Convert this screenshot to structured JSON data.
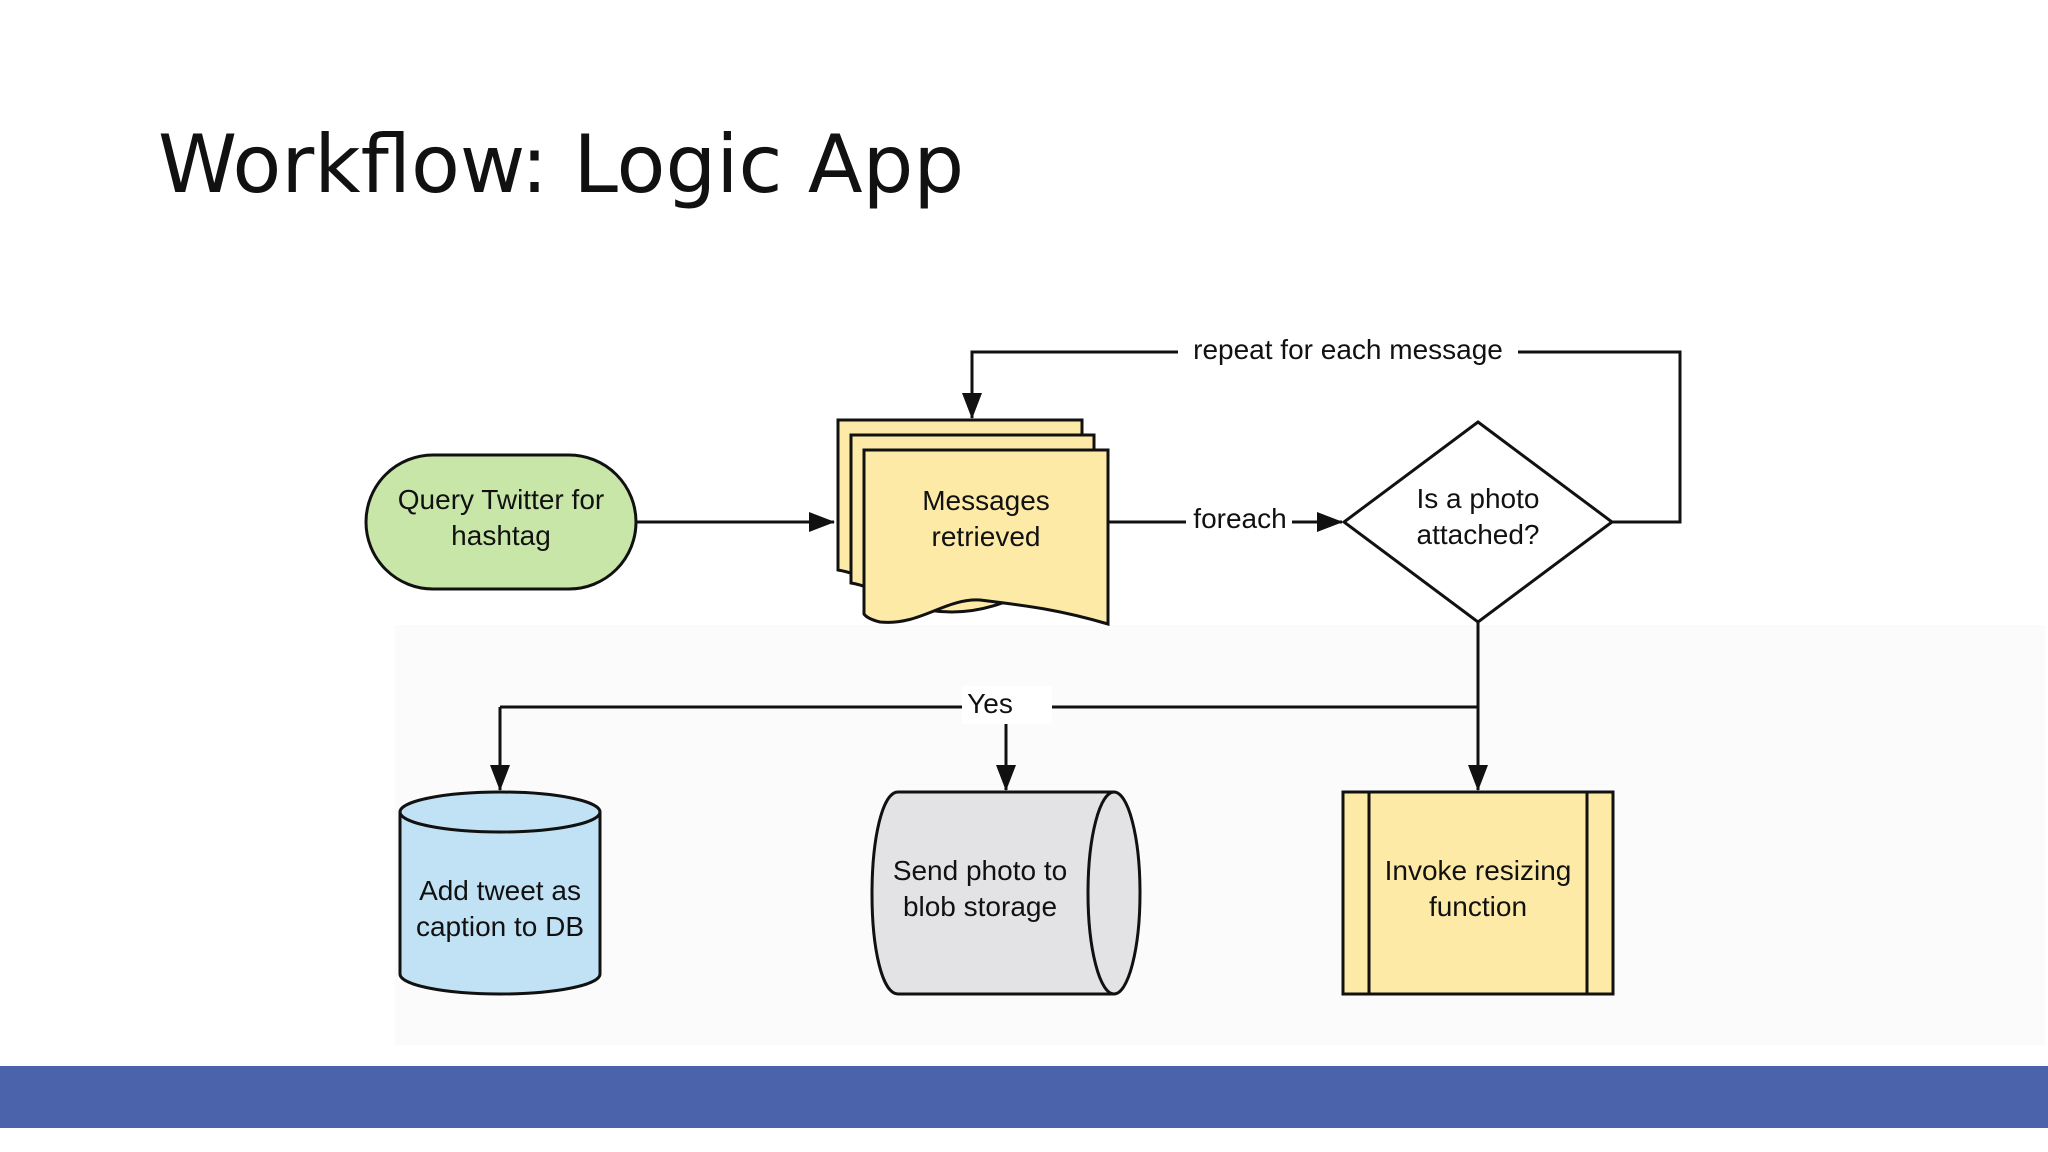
{
  "slide": {
    "title": "Workflow: Logic App"
  },
  "colors": {
    "footer_bar": "#4a63aa",
    "start_fill": "#c9e6a9",
    "document_fill": "#fdeaa7",
    "database_fill": "#c1e1f5",
    "storage_fill": "#e3e3e6",
    "process_fill": "#fdeaa7",
    "stroke": "#111111"
  },
  "diagram": {
    "nodes": {
      "query_twitter": {
        "line1": "Query Twitter for",
        "line2": "hashtag",
        "shape": "terminator"
      },
      "messages": {
        "line1": "Messages",
        "line2": "retrieved",
        "shape": "multi-document"
      },
      "decision": {
        "line1": "Is a photo",
        "line2": "attached?",
        "shape": "decision"
      },
      "add_tweet": {
        "line1": "Add tweet as",
        "line2": "caption to DB",
        "shape": "database"
      },
      "send_photo": {
        "line1": "Send photo to",
        "line2": "blob storage",
        "shape": "direct-access-storage"
      },
      "invoke_resize": {
        "line1": "Invoke resizing",
        "line2": "function",
        "shape": "predefined-process"
      }
    },
    "edges": {
      "repeat_label": "repeat for each message",
      "foreach_label": "foreach",
      "yes_label": "Yes"
    }
  }
}
